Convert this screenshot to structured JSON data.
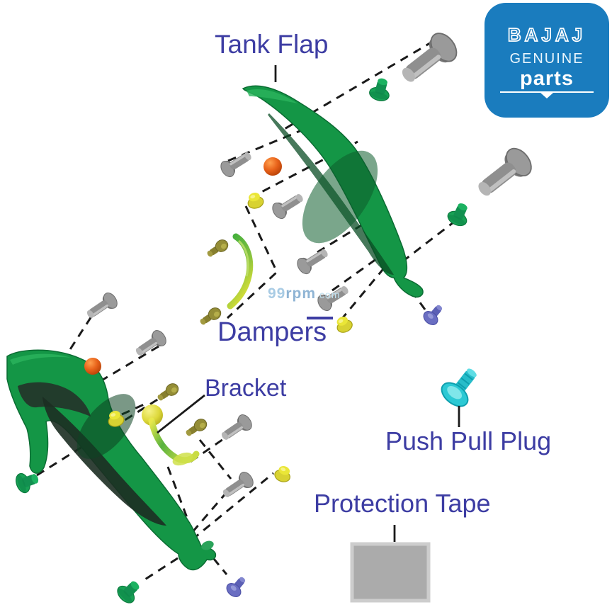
{
  "page": {
    "background": "#ffffff",
    "description_labels_color": "#3d3da3"
  },
  "labels": {
    "tank_flap": "Tank Flap",
    "dampers": "Dampers",
    "bracket": "Bracket",
    "push_pull_plug": "Push Pull Plug",
    "protection_tape": "Protection Tape"
  },
  "logo": {
    "brand": "BAJAJ",
    "line1": "GENUINE",
    "line2": "parts",
    "background": "#1a7cbe",
    "text_color": "#ffffff"
  },
  "watermark": {
    "p1": "99",
    "p2": "rpm",
    "p3": ".com"
  },
  "colors": {
    "label_text": "#3d3da3",
    "flap_green": "#149646",
    "flap_dark": "#0a5f2b",
    "screw_gray": "#9a9a9a",
    "screw_olive": "#948d36",
    "damper_yellow": "#ddd83a",
    "grommet_green": "#18a155",
    "ball_orange": "#e8621a",
    "plug_purple": "#6a6ec2",
    "push_pull_cyan": "#2cc9d4",
    "tape_gray": "#ababab",
    "dash_line": "#1a1a1a"
  }
}
